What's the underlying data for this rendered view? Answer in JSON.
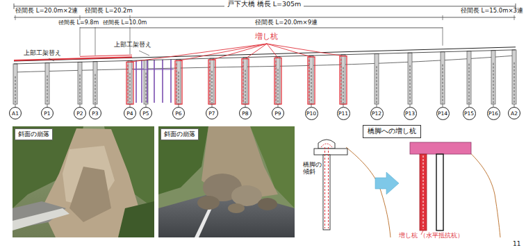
{
  "diagram": {
    "nodes": [
      {
        "text": [
          "A1"
        ]
      },
      {
        "text": [
          "P1"
        ]
      },
      {
        "text": [
          "P2"
        ]
      },
      {
        "text": [
          "P3"
        ]
      },
      {
        "text": [
          "P4"
        ]
      },
      {
        "text": [
          "P5"
        ]
      },
      {
        "text": [
          "P6"
        ]
      },
      {
        "text": [
          "P7"
        ]
      },
      {
        "text": [
          "P8"
        ]
      },
      {
        "text": [
          "P9"
        ]
      },
      {
        "text": [
          "P10"
        ]
      },
      {
        "text": [
          "P11"
        ]
      },
      {
        "text": [
          "P12"
        ]
      },
      {
        "text": [
          "P13"
        ]
      },
      {
        "text": [
          "P14"
        ]
      },
      {
        "text": [
          "P15"
        ]
      },
      {
        "text": [
          "P16"
        ]
      },
      {
        "text": [
          "A2"
        ]
      },
      {
        "text": [
          "斜面の崩落"
        ]
      },
      {
        "text": [
          "斜面の崩落"
        ]
      },
      {
        "text": [
          "橋脚への増し杭"
        ]
      }
    ],
    "labels": [
      "戸下大橋 橋長 L=305m",
      "径間長 L=20.0m×2連",
      "径間長 L=20.2m",
      "径間長 L=9.8m",
      "径間長 L=10.0m",
      "径間長 L=20.0m×9連",
      "径間長 L=15.0m×3連",
      "増し杭",
      "上部工架替え",
      "上部工架替え",
      "橋脚の傾斜",
      "増し杭 （水平抵抗杭）",
      "11"
    ]
  }
}
